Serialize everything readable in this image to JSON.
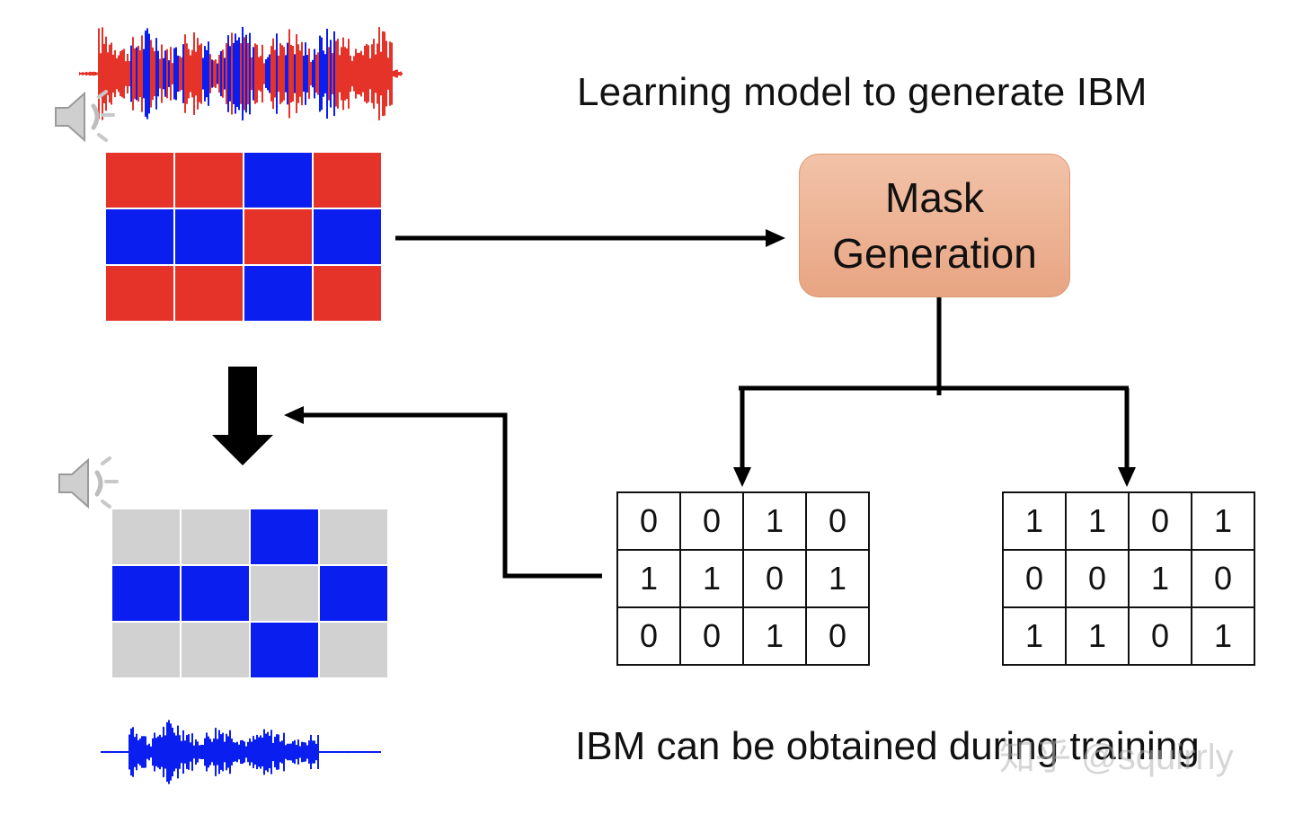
{
  "colors": {
    "red": "#e5332a",
    "blue": "#0a1ef0",
    "gray": "#d1d1d1",
    "box": "#eeb394"
  },
  "title": "Learning model to generate IBM",
  "mask_box": {
    "line1": "Mask",
    "line2": "Generation"
  },
  "input_spectrogram": [
    [
      "red",
      "red",
      "blue",
      "red"
    ],
    [
      "blue",
      "blue",
      "red",
      "blue"
    ],
    [
      "red",
      "red",
      "blue",
      "red"
    ]
  ],
  "output_spectrogram": [
    [
      "gray",
      "gray",
      "blue",
      "gray"
    ],
    [
      "blue",
      "blue",
      "gray",
      "blue"
    ],
    [
      "gray",
      "gray",
      "blue",
      "gray"
    ]
  ],
  "mask_left": [
    [
      "0",
      "0",
      "1",
      "0"
    ],
    [
      "1",
      "1",
      "0",
      "1"
    ],
    [
      "0",
      "0",
      "1",
      "0"
    ]
  ],
  "mask_right": [
    [
      "1",
      "1",
      "0",
      "1"
    ],
    [
      "0",
      "0",
      "1",
      "0"
    ],
    [
      "1",
      "1",
      "0",
      "1"
    ]
  ],
  "footer": "IBM can be obtained during training",
  "watermark": "知乎 @squirrly",
  "icons": {
    "speaker_top": "speaker-icon",
    "speaker_bottom": "speaker-icon",
    "waveform_top": "waveform-icon",
    "waveform_bottom": "waveform-icon"
  }
}
